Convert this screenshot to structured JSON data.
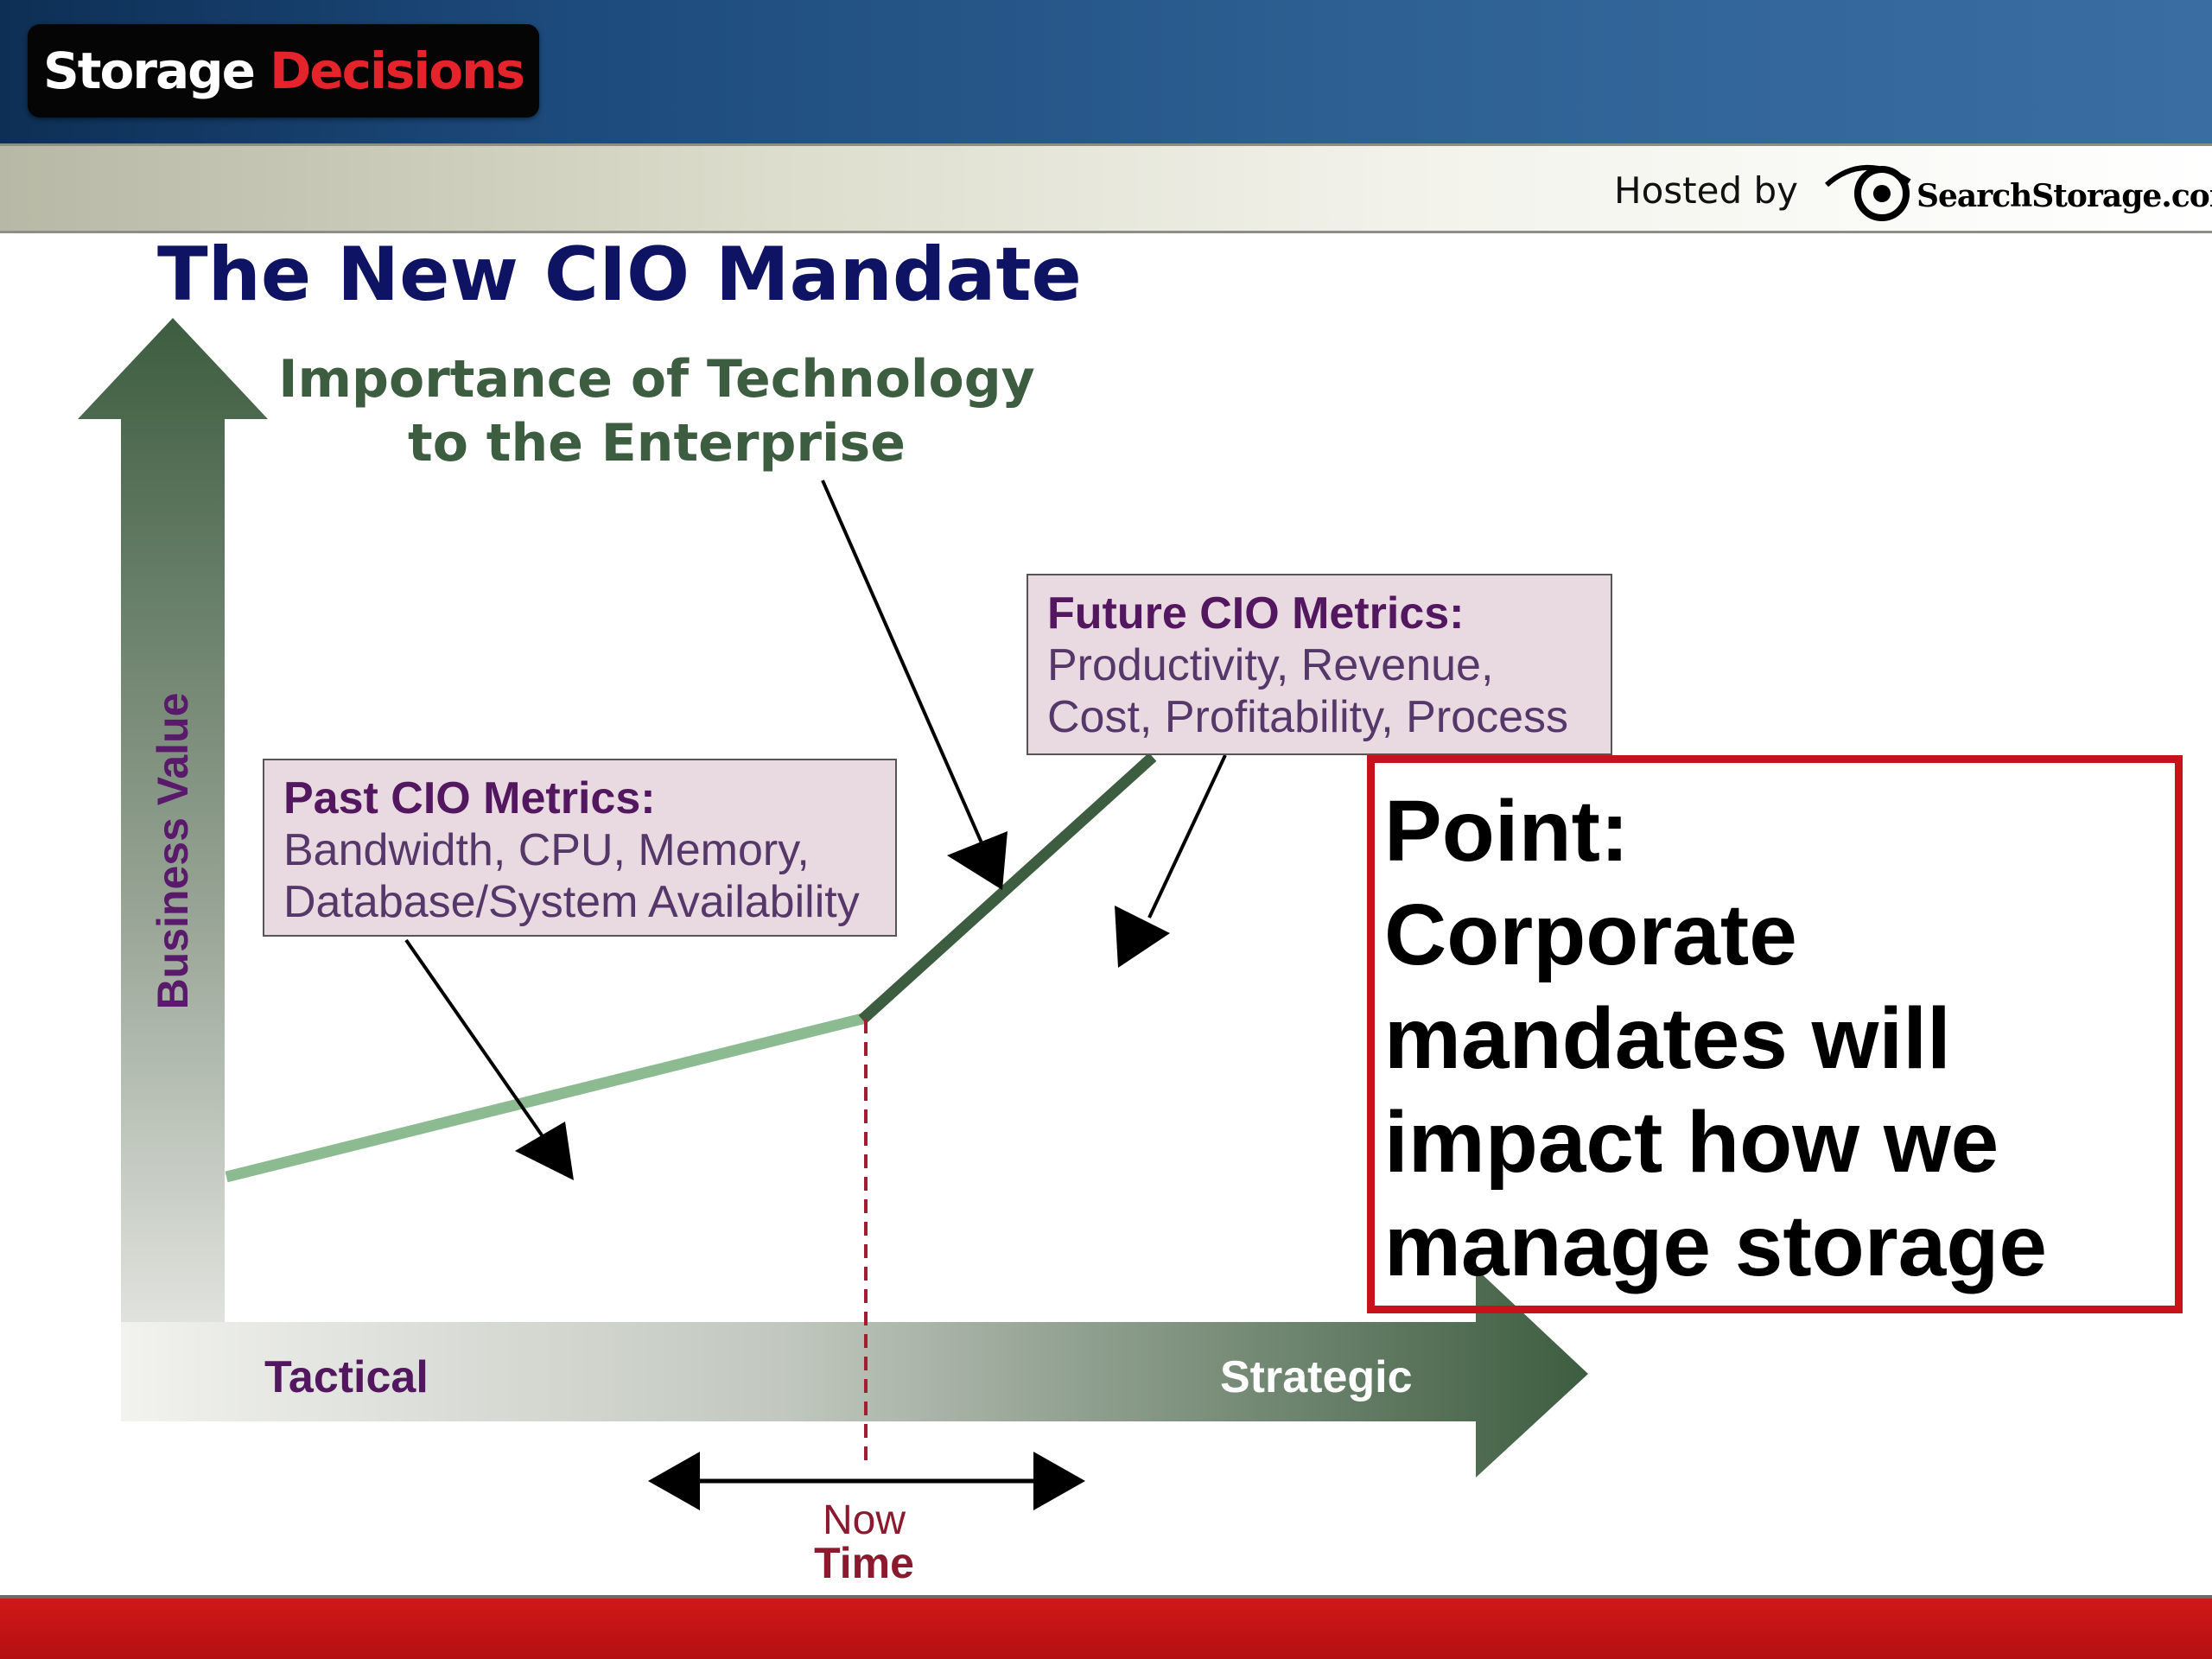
{
  "brand": {
    "logo_part1": "Storage ",
    "logo_part2": "Decisions",
    "logo_accent_color": "#e4232b"
  },
  "host": {
    "hosted_by": "Hosted by",
    "site": "SearchStorage.com",
    "icon": "eye-logo-icon"
  },
  "slide": {
    "title": "The New CIO Mandate",
    "subtitle_line1": "Importance of Technology",
    "subtitle_line2": "to the Enterprise",
    "y_axis_label": "Business Value",
    "x_axis_left": "Tactical",
    "x_axis_right": "Strategic",
    "time_now": "Now",
    "time_label": "Time"
  },
  "past_metrics": {
    "title": "Past CIO Metrics:",
    "line1": "Bandwidth, CPU, Memory,",
    "line2": "Database/System Availability"
  },
  "future_metrics": {
    "title": "Future CIO Metrics:",
    "line1": "Productivity, Revenue,",
    "line2": "Cost, Profitability, Process"
  },
  "point": {
    "heading": "Point:",
    "line1": "Corporate",
    "line2": "mandates will",
    "line3": "impact how we",
    "line4": "manage storage"
  },
  "colors": {
    "title_navy": "#0f1363",
    "arrow_green": "#3d5d40",
    "metric_purple": "#52175f",
    "point_red": "#c8121b",
    "footer_red": "#c4151a"
  }
}
